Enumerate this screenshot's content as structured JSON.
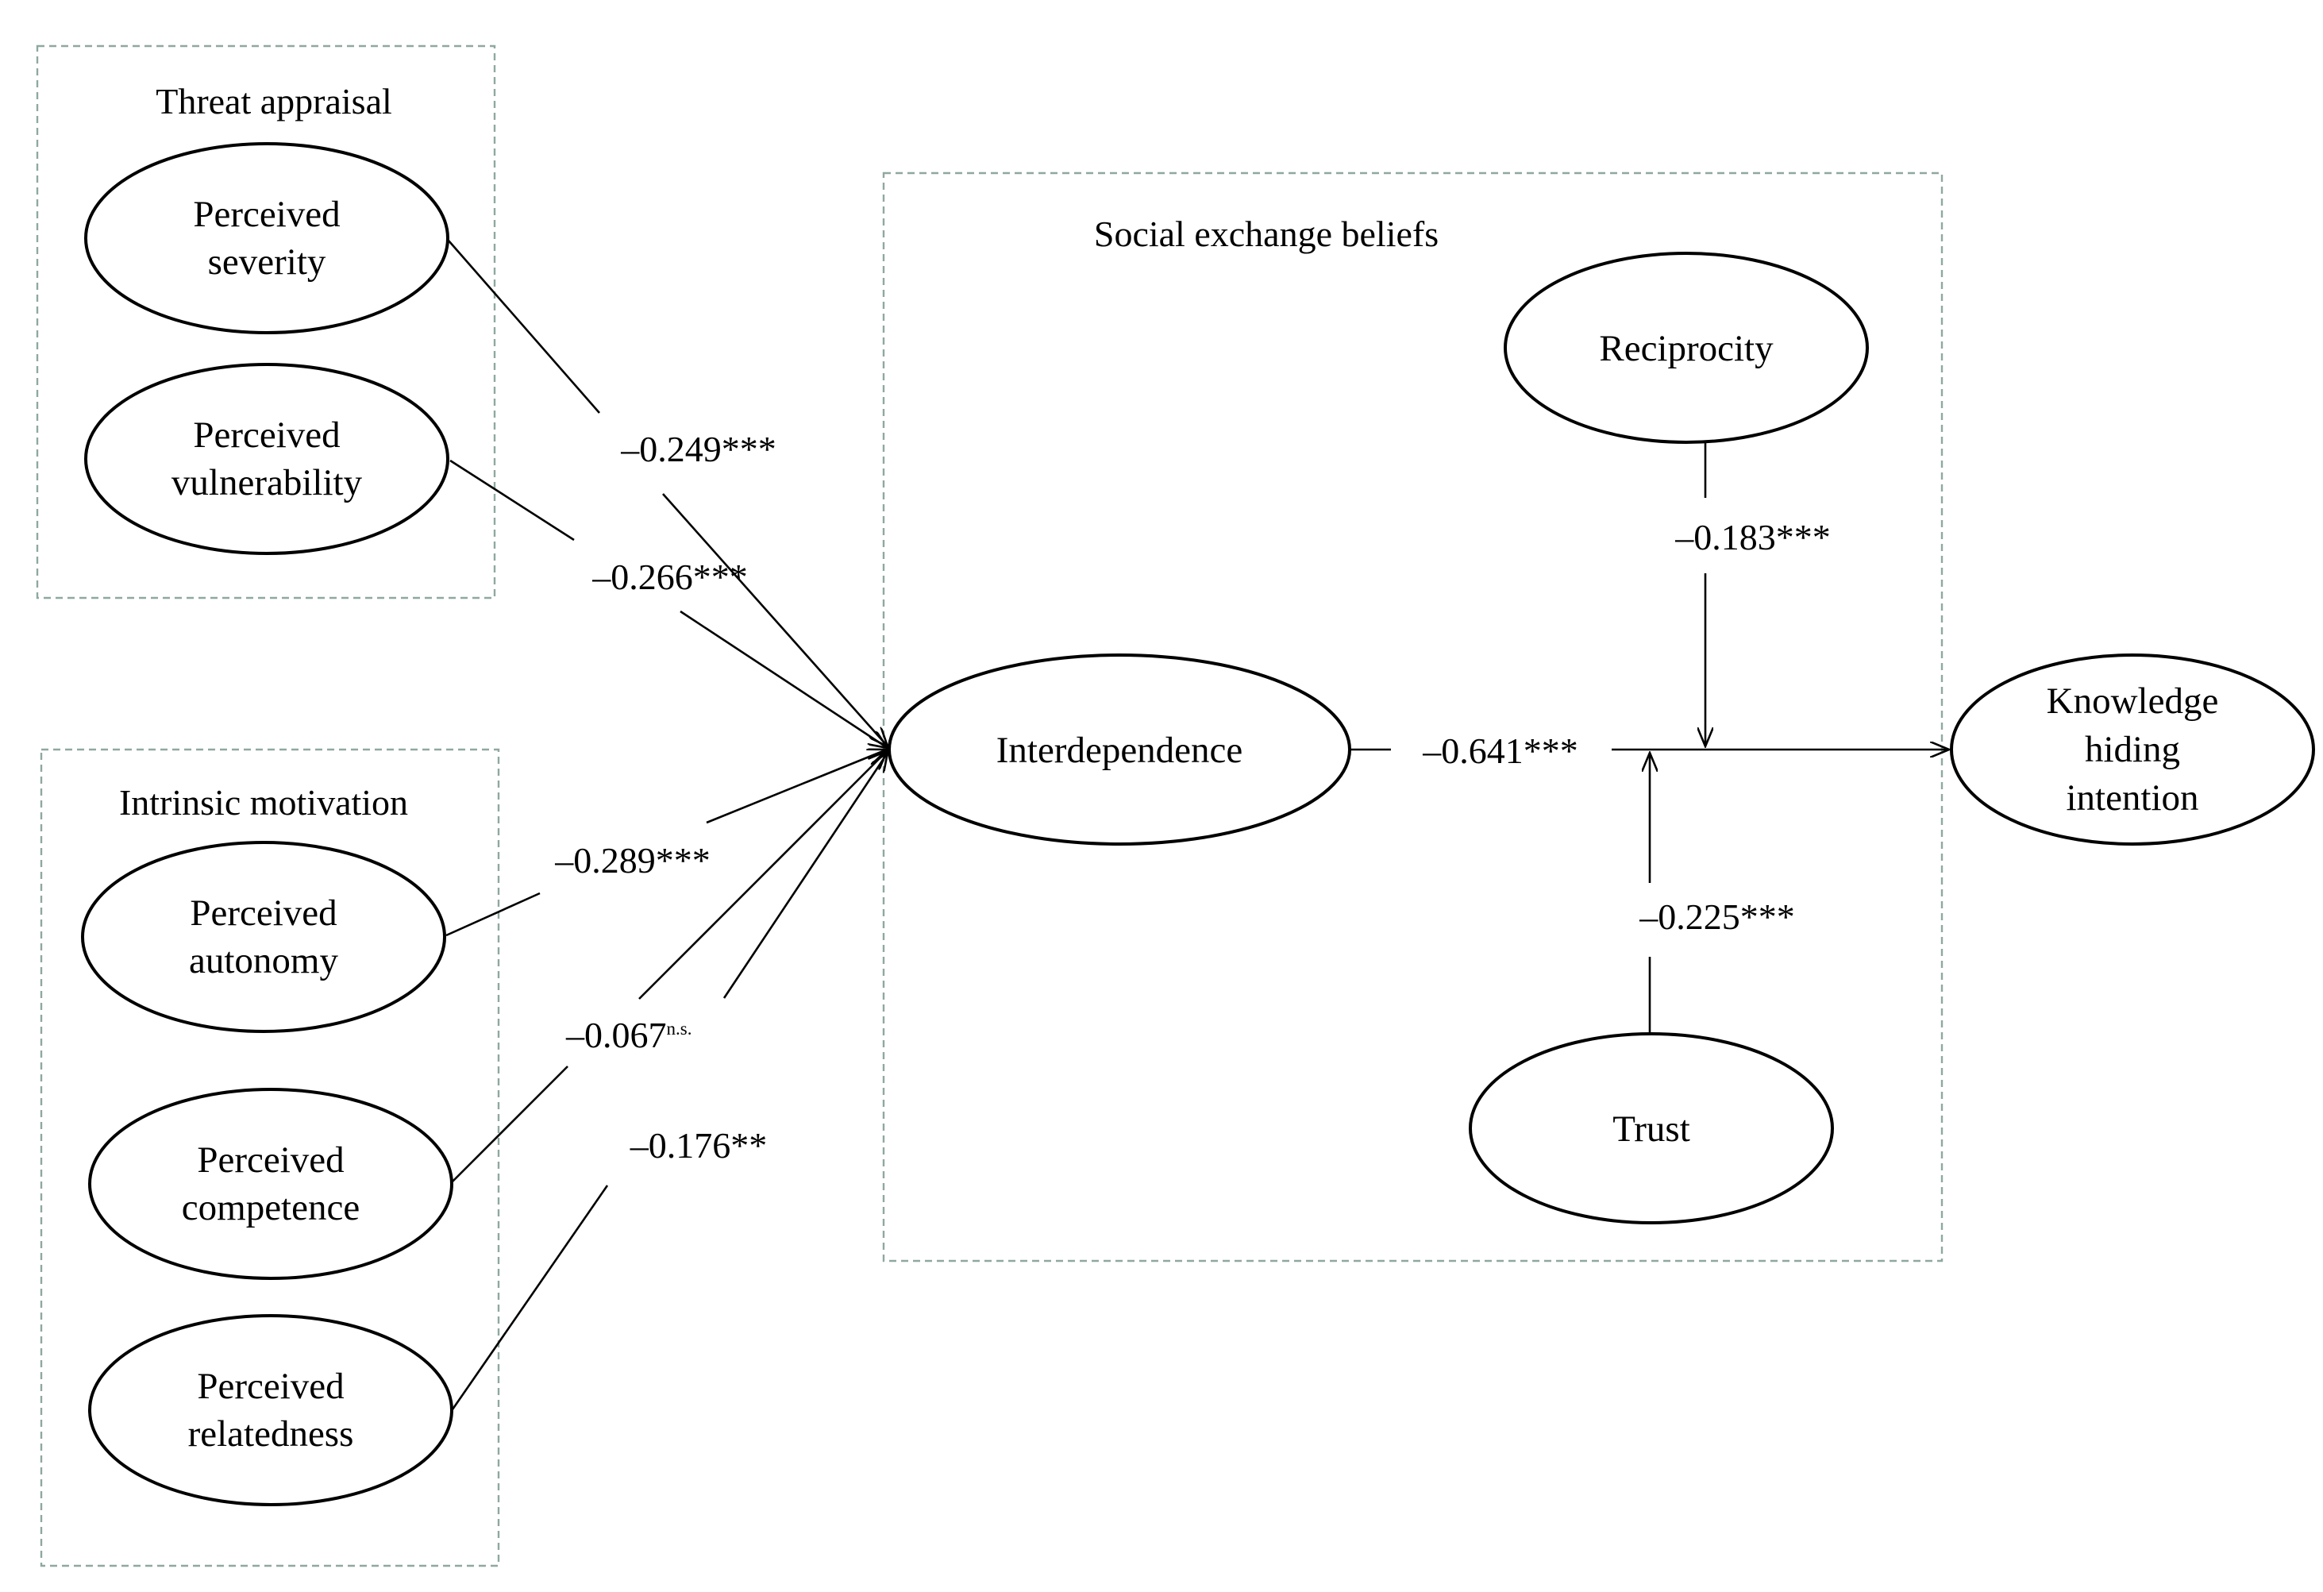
{
  "colors": {
    "group_border": "#8fa8a0",
    "line": "#000000",
    "text": "#000000",
    "background": "#ffffff"
  },
  "groups": {
    "threat_appraisal": "Threat appraisal",
    "intrinsic_motivation": "Intrinsic motivation",
    "social_exchange_beliefs": "Social exchange beliefs"
  },
  "constructs": {
    "perceived_severity": [
      "Perceived",
      "severity"
    ],
    "perceived_vulnerability": [
      "Perceived",
      "vulnerability"
    ],
    "perceived_autonomy": [
      "Perceived",
      "autonomy"
    ],
    "perceived_competence": [
      "Perceived",
      "competence"
    ],
    "perceived_relatedness": [
      "Perceived",
      "relatedness"
    ],
    "interdependence": [
      "Interdependence"
    ],
    "reciprocity": [
      "Reciprocity"
    ],
    "trust": [
      "Trust"
    ],
    "knowledge_hiding_intention": [
      "Knowledge",
      "hiding",
      "intention"
    ]
  },
  "coefficients": {
    "severity": "–0.249***",
    "vulnerability": "–0.266***",
    "autonomy": "–0.289***",
    "competence": "–0.067",
    "competence_sup": "n.s.",
    "relatedness": "–0.176**",
    "interdependence": "–0.641***",
    "reciprocity": "–0.183***",
    "trust": "–0.225***"
  }
}
